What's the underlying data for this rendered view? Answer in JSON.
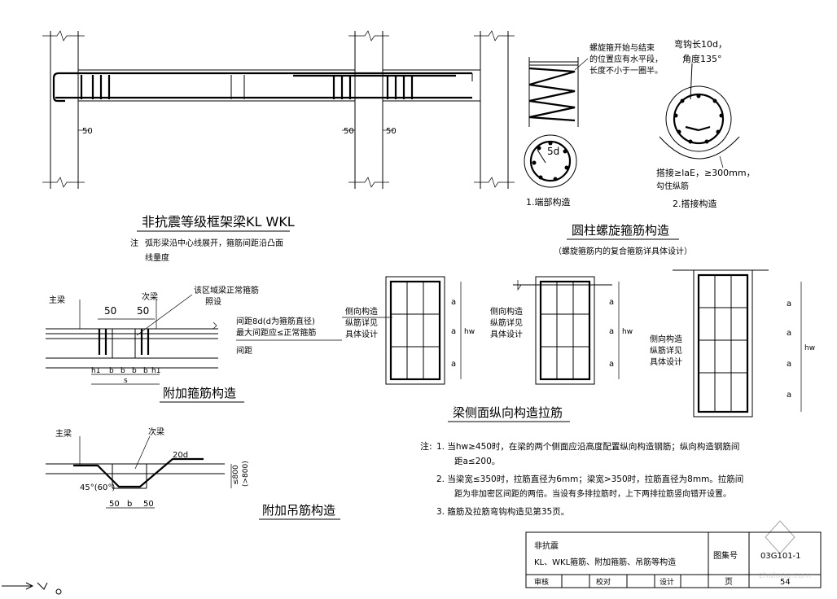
{
  "frame_beam": {
    "dims": [
      "50",
      "50",
      "50"
    ],
    "title": "非抗震等级框架梁KL WKL",
    "note_prefix": "注",
    "note_line1": "弧形梁沿中心线展开，箍筋间距沿凸面",
    "note_line2": "线量度"
  },
  "spiral": {
    "note1": "螺旋箍开始与结束",
    "note2": "的位置应有水平段，",
    "note3": "长度不小于一圈半。",
    "hook1": "弯钩长10d，",
    "hook2": "角度135°",
    "end_dim": "5d",
    "lap1": "搭接≥laE，≥300mm，",
    "lap2": "勾住纵筋",
    "label1": "1.端部构造",
    "label2": "2.搭接构造",
    "title": "圆柱螺旋箍筋构造",
    "subtitle": "（螺旋箍筋内的复合箍筋详具体设计）"
  },
  "additional_stirrup": {
    "main_beam": "主梁",
    "secondary_beam": "次梁",
    "dim_left": "50",
    "dim_right": "50",
    "note_a1": "该区域梁正常箍筋",
    "note_a2": "照设",
    "spacing1": "间距8d(d为箍筋直径)",
    "spacing2": "最大间距应≤正常箍筋",
    "spacing3": "间距",
    "h1_left": "h1",
    "b_labels": [
      "b",
      "b",
      "b",
      "b"
    ],
    "h1_right": "h1",
    "s": "s",
    "title": "附加箍筋构造"
  },
  "hanger": {
    "main_beam": "主梁",
    "secondary_beam": "次梁",
    "len20d": "20d",
    "angle": "45°(60°)",
    "height1": "≤800",
    "height2": "(>800)",
    "dims": [
      "50",
      "b",
      "50"
    ],
    "title": "附加吊筋构造"
  },
  "side_bars": {
    "label1": "侧向构造纵筋详见具体设计",
    "label1_lines": [
      "侧向构造",
      "纵筋详见",
      "具体设计"
    ],
    "label2_lines": [
      "侧向构造",
      "纵筋详见",
      "具体设计"
    ],
    "label3_lines": [
      "侧向构造",
      "纵筋详见",
      "具体设计"
    ],
    "a": "a",
    "hw": "hw",
    "title": "梁侧面纵向构造拉筋"
  },
  "notes": {
    "prefix": "注:",
    "n1_a": "1. 当hw≥450时，在梁的两个侧面应沿高度配置纵向构造钢筋；纵向构造钢筋间",
    "n1_b": "距a≤200。",
    "n2_a": "2. 当梁宽≤350时，拉筋直径为6mm；梁宽>350时，拉筋直径为8mm。拉筋间",
    "n2_b": "距为非加密区间距的两倍。当设有多排拉筋时，上下两排拉筋竖向错开设置。",
    "n3": "3. 箍筋及拉筋弯钩构造见第35页。"
  },
  "title_block": {
    "line1": "非抗震",
    "line2": "KL、WKL箍筋、附加箍筋、吊筋等构造",
    "atlas_label": "图集号",
    "atlas_no": "03G101-1",
    "review": "审核",
    "check": "校对",
    "design": "设计",
    "page_label": "页",
    "page_no": "54"
  },
  "watermark": "zhulong.com"
}
